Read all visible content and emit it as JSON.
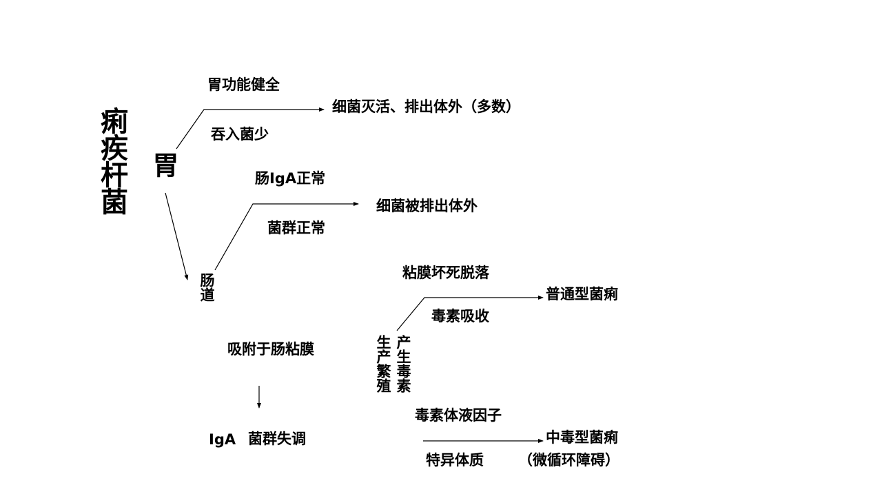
{
  "title": "痢疾杆菌",
  "nodes": {
    "stomach": "胃",
    "intestine": "肠道",
    "adhesion": "吸附于肠粘膜",
    "iga": "IgA",
    "flora_imbalance": "菌群失调",
    "production_multiplication": "生产繁殖",
    "toxin_production": "产生毒素"
  },
  "conditions": {
    "stomach_function": "胃功能健全",
    "few_swallowed": "吞入菌少",
    "intestinal_iga": "肠IgA正常",
    "flora_normal": "菌群正常",
    "mucosa_necrosis": "粘膜坏死脱落",
    "toxin_absorption": "毒素吸收",
    "toxin_humoral": "毒素体液因子",
    "idiosyncrasy": "特异体质"
  },
  "outcomes": {
    "inactivated": "细菌灭活、排出体外（多数）",
    "excreted": "细菌被排出体外",
    "common_type": "普通型菌痢",
    "toxic_type": "中毒型菌痢",
    "microcirculation": "（微循环障碍）"
  }
}
